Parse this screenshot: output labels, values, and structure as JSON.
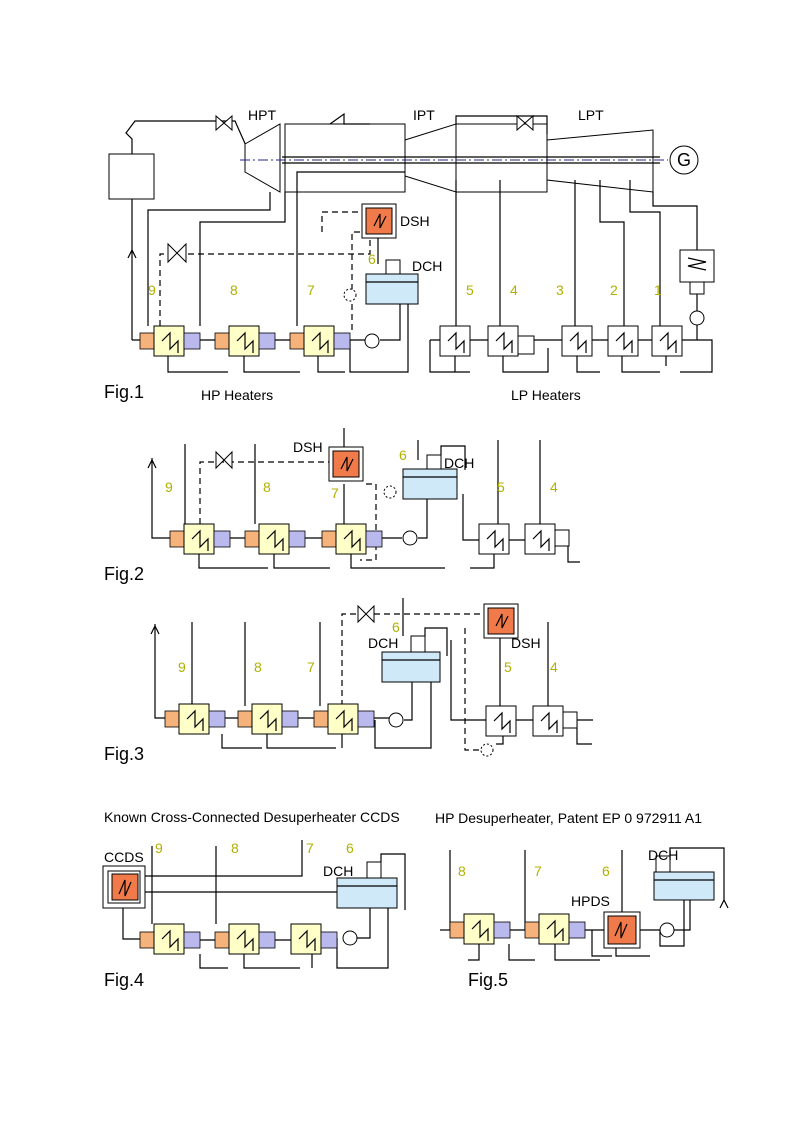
{
  "fig1": {
    "caption": "Fig.1",
    "turbines": {
      "hpt": "HPT",
      "ipt": "IPT",
      "lpt": "LPT"
    },
    "generator": "G",
    "dsh": "DSH",
    "dch": "DCH",
    "hp_label": "HP Heaters",
    "lp_label": "LP Heaters",
    "numbers": [
      "9",
      "8",
      "7",
      "6",
      "5",
      "4",
      "3",
      "2",
      "1"
    ]
  },
  "fig2": {
    "caption": "Fig.2",
    "dsh": "DSH",
    "dch": "DCH",
    "numbers": [
      "9",
      "8",
      "7",
      "6",
      "5",
      "4"
    ]
  },
  "fig3": {
    "caption": "Fig.3",
    "dsh": "DSH",
    "dch": "DCH",
    "numbers": [
      "9",
      "8",
      "7",
      "6",
      "5",
      "4"
    ]
  },
  "fig4": {
    "caption": "Fig.4",
    "title": "Known Cross-Connected Desuperheater CCDS",
    "ccds": "CCDS",
    "dch": "DCH",
    "numbers": [
      "9",
      "8",
      "7",
      "6"
    ]
  },
  "fig5": {
    "caption": "Fig.5",
    "title": "HP Desuperheater,  Patent EP 0 972911 A1",
    "hpds": "HPDS",
    "dch": "DCH",
    "numbers": [
      "8",
      "7",
      "6"
    ]
  },
  "colors": {
    "hp_heater": "#ffffc8",
    "desuperheater": "#f07a4a",
    "deaerator_water": "#cfe9f8",
    "heater_inlet": "#f5b27a",
    "heater_outlet": "#b9b9ee",
    "stage_number": "#b0b000"
  }
}
